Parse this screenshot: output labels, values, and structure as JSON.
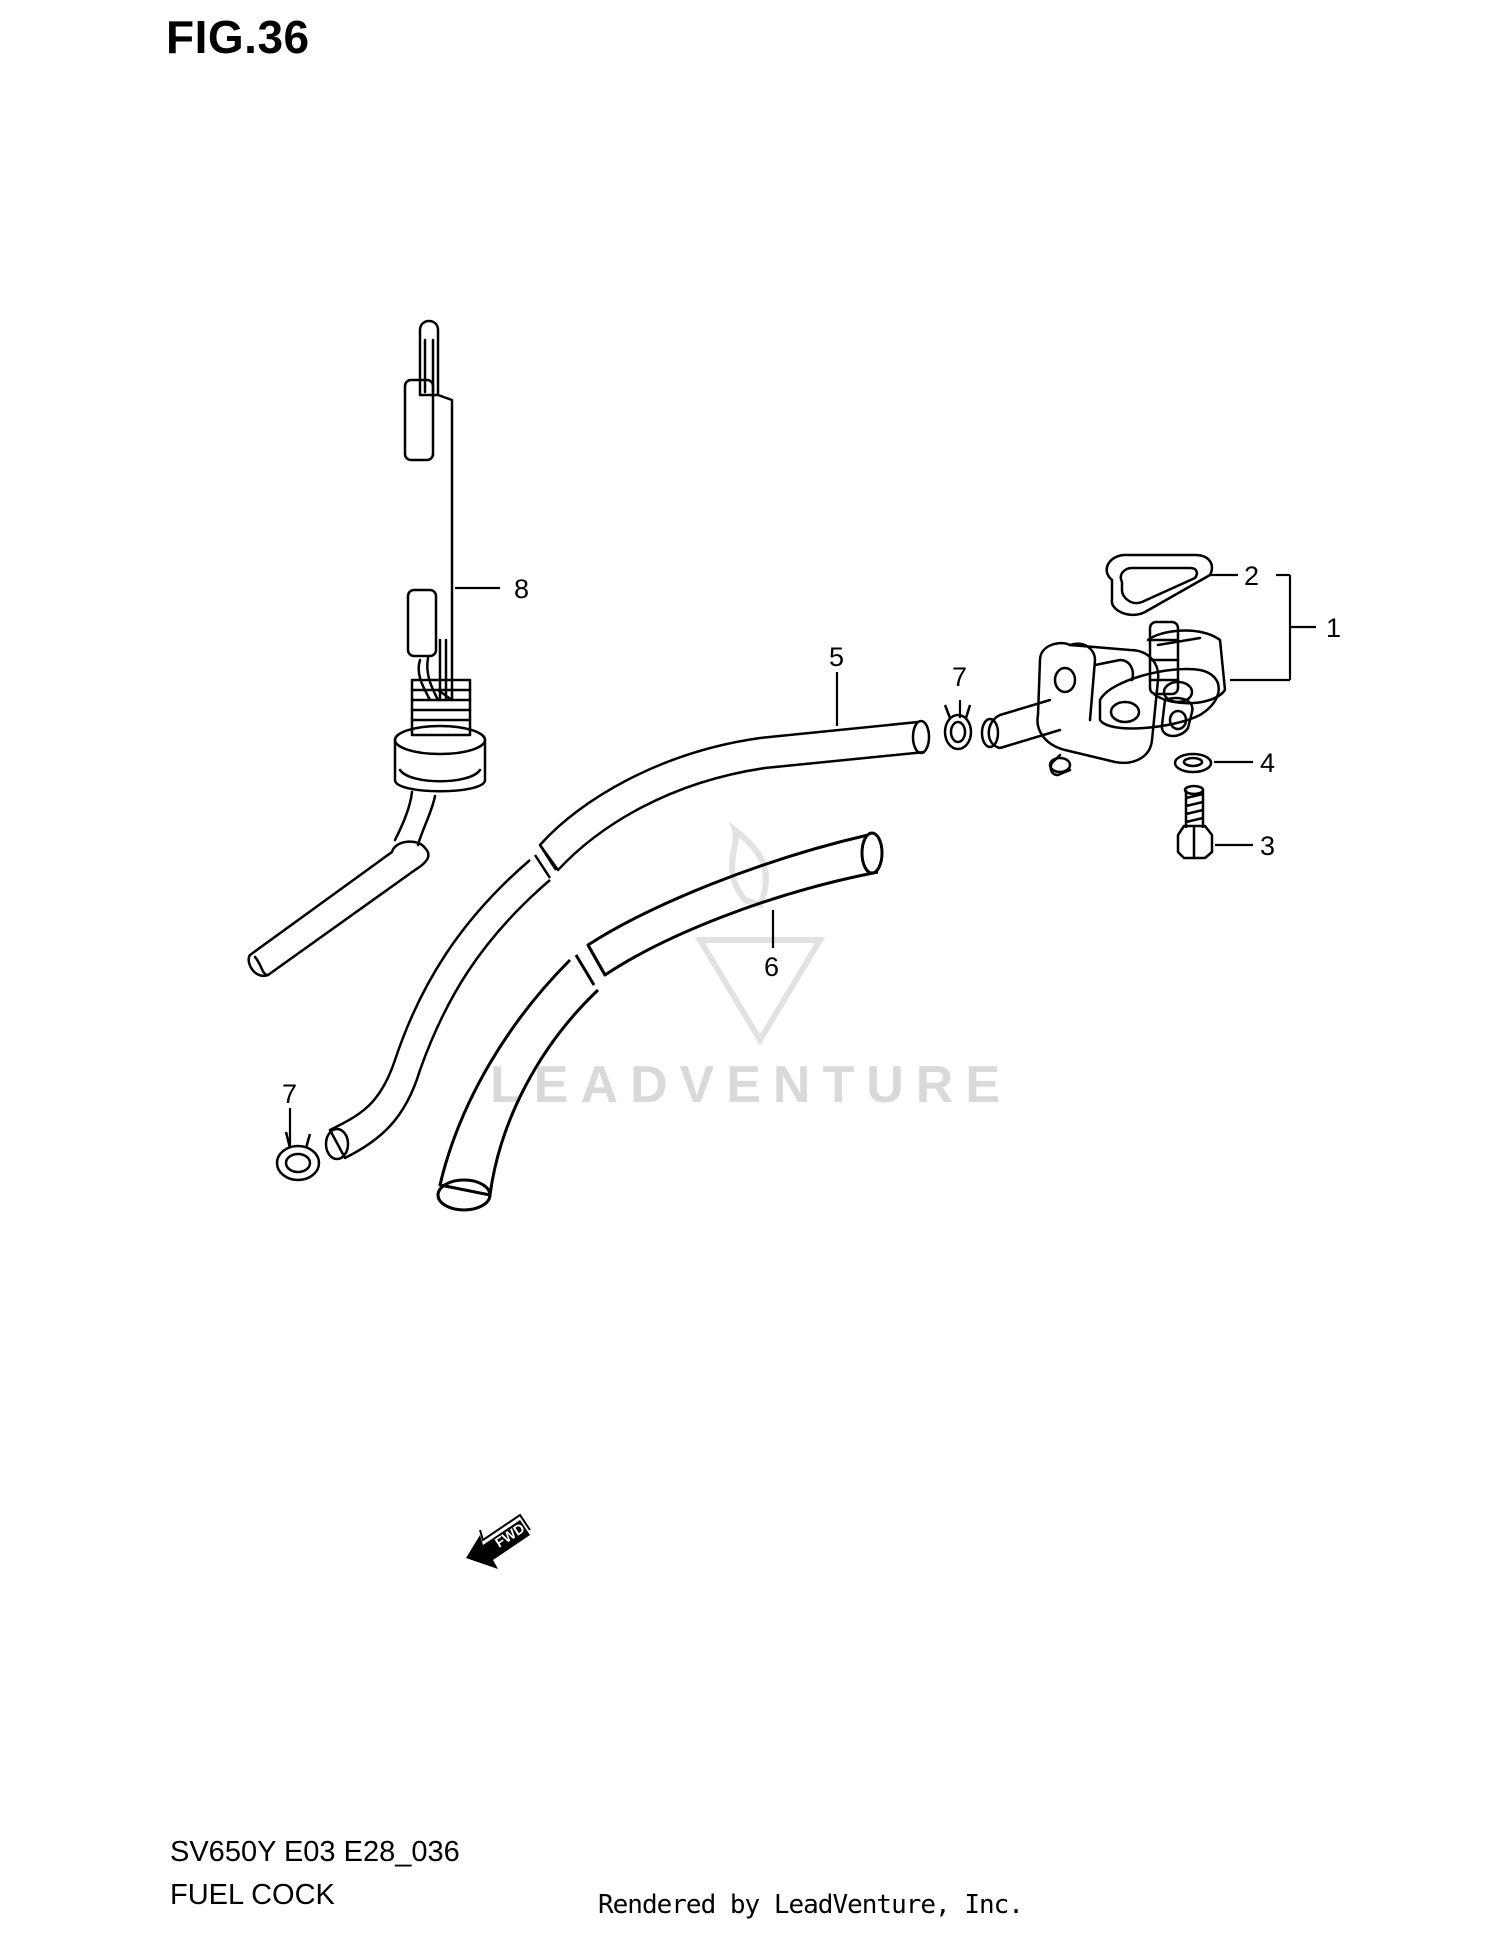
{
  "figure": {
    "title": "FIG.36",
    "model_code": "SV650Y E03 E28_036",
    "section_name": "FUEL COCK",
    "render_credit": "Rendered by LeadVenture, Inc.",
    "watermark": "LEADVENTURE",
    "fwd_label": "FWD"
  },
  "callouts": [
    "1",
    "2",
    "3",
    "4",
    "5",
    "6",
    "7",
    "7",
    "8"
  ],
  "colors": {
    "line": "#000000",
    "watermark": "#d9d9d9",
    "background": "#ffffff"
  }
}
